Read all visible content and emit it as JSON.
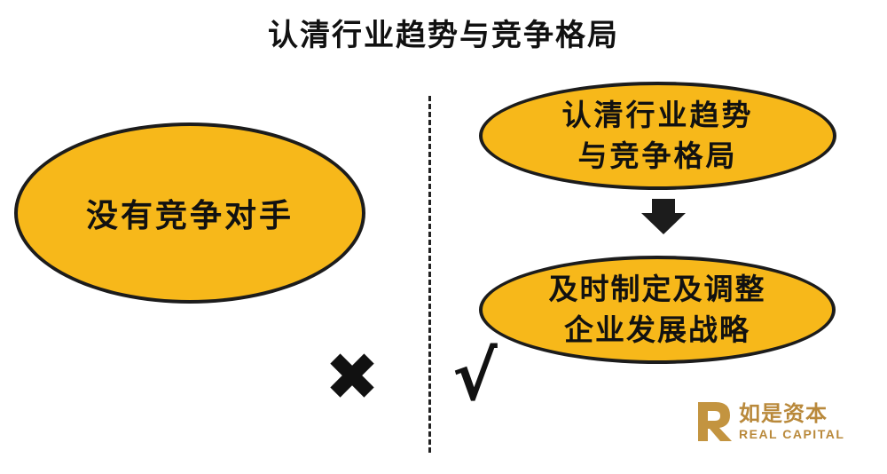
{
  "title": "认清行业趋势与竞争格局",
  "left_ellipse": {
    "text": "没有竞争对手"
  },
  "right_top_ellipse": {
    "line1": "认清行业趋势",
    "line2": "与竞争格局"
  },
  "right_bottom_ellipse": {
    "line1": "及时制定及调整",
    "line2": "企业发展战略"
  },
  "marks": {
    "wrong": "✖",
    "right": "√"
  },
  "arrow_icon": "down-arrow-icon",
  "logo": {
    "cn": "如是资本",
    "en": "REAL CAPITAL"
  },
  "colors": {
    "ellipse_fill": "#f7b81a",
    "outline": "#1c1c1c",
    "logo": "#b9893b"
  }
}
